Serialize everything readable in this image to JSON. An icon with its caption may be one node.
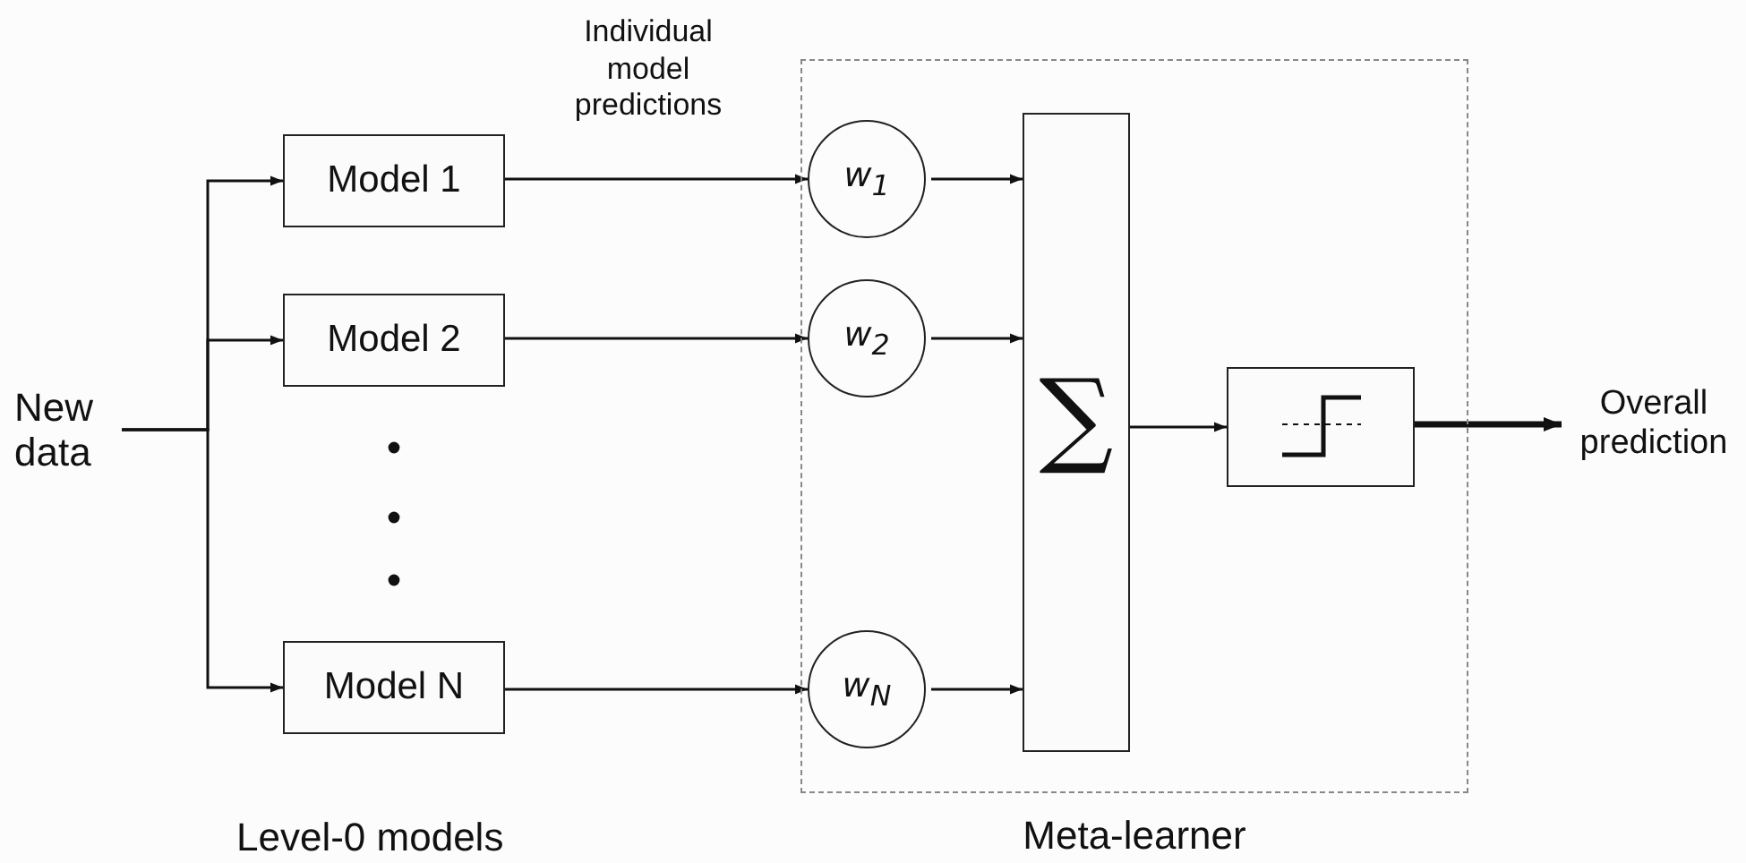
{
  "diagram": {
    "nodes": [
      {
        "text": [
          "New data"
        ]
      },
      {
        "text": [
          "Model 1"
        ]
      },
      {
        "text": [
          "Model 2"
        ]
      },
      {
        "text": [
          "Model N"
        ]
      },
      {
        "text": [
          "Meta-learner"
        ]
      },
      {
        "text": [
          "w$_{1}$"
        ],
        "in": 4
      },
      {
        "text": [
          "w$_{2}$"
        ],
        "in": 4
      },
      {
        "text": [
          "w$_{N}$"
        ],
        "in": 4
      },
      {
        "text": [
          "∑"
        ],
        "in": 4
      },
      {
        "text": [],
        "shape": "box",
        "in": 4
      },
      {
        "text": [
          "Overall prediction"
        ]
      }
    ],
    "edges": [
      {
        "from": 0,
        "to": 1,
        "arrow": "to"
      },
      {
        "from": 0,
        "to": 2,
        "arrow": "to"
      },
      {
        "from": 0,
        "to": 3,
        "arrow": "to"
      },
      {
        "from": 1,
        "to": 5,
        "arrow": "to",
        "label": "Individual model predictions"
      },
      {
        "from": 2,
        "to": 6,
        "arrow": "to"
      },
      {
        "from": 3,
        "to": 7,
        "arrow": "to"
      },
      {
        "from": 5,
        "to": 8,
        "arrow": "to"
      },
      {
        "from": 6,
        "to": 8,
        "arrow": "to"
      },
      {
        "from": 7,
        "to": 8,
        "arrow": "to"
      },
      {
        "from": 8,
        "to": 9,
        "arrow": "to"
      },
      {
        "from": 9,
        "to": 10,
        "arrow": "to",
        "style": "thick"
      }
    ],
    "labels": [
      "Level-0 models"
    ]
  }
}
